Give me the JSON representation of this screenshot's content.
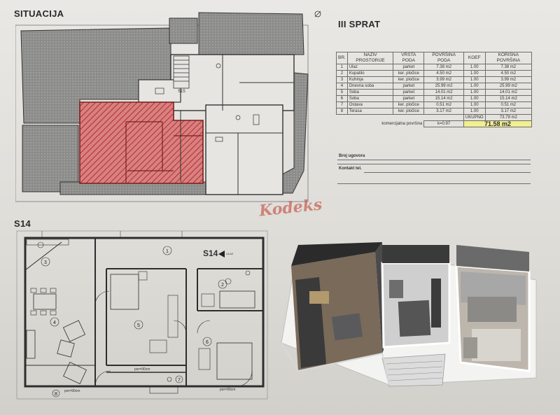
{
  "titles": {
    "situacija": "SITUACIJA",
    "floor": "III SPRAT",
    "apartment": "S14",
    "apartment_marker": "S14",
    "marker_sub": "ULAZ"
  },
  "watermark": "Kodeks",
  "table": {
    "headers": [
      "BR.",
      "NAZIV PROSTORIJE",
      "VRSTA PODA",
      "POVRŠINA PODA",
      "KOEF",
      "KORISNA POVRŠINA"
    ],
    "rows": [
      [
        "1",
        "Ulaz",
        "parket",
        "7.38 m2",
        "1.00",
        "7.38 m2"
      ],
      [
        "2",
        "Kupatilo",
        "ker. pločice",
        "4.50 m2",
        "1.00",
        "4.50 m2"
      ],
      [
        "3",
        "Kuhinja",
        "ker. pločice",
        "3.99 m2",
        "1.00",
        "3.99 m2"
      ],
      [
        "4",
        "Dnevna soba",
        "parket",
        "25.99 m2",
        "1.00",
        "25.99 m2"
      ],
      [
        "5",
        "Soba",
        "parket",
        "14.01 m2",
        "1.00",
        "14.01 m2"
      ],
      [
        "6",
        "Soba",
        "parket",
        "15.14 m2",
        "1.00",
        "15.14 m2"
      ],
      [
        "7",
        "Ostava",
        "ker. pločice",
        "0.51 m2",
        "1.00",
        "0.51 m2"
      ],
      [
        "8",
        "Terasa",
        "ker. pločice",
        "3.17 m2",
        "1.00",
        "3.17 m2"
      ]
    ],
    "total_label": "UKUPNO",
    "total_value": "73.79 m2",
    "komercijalna_label": "komercijalna površina",
    "komercijalna_coef": "k=0.97",
    "komercijalna_value": "71.58 m2"
  },
  "fields": {
    "broj_ugovora": "Broj ugovora",
    "kontakt": "Kontakt tel."
  },
  "plan_labels": {
    "rooms": [
      "1",
      "2",
      "3",
      "4",
      "5",
      "6",
      "7",
      "8"
    ],
    "door_note": "por=90cm"
  },
  "colors": {
    "highlight_unit": "#c0392b",
    "wall": "#3a3a3a",
    "terrace": "#8f8f8d",
    "table_highlight": "#f1ef8f"
  }
}
